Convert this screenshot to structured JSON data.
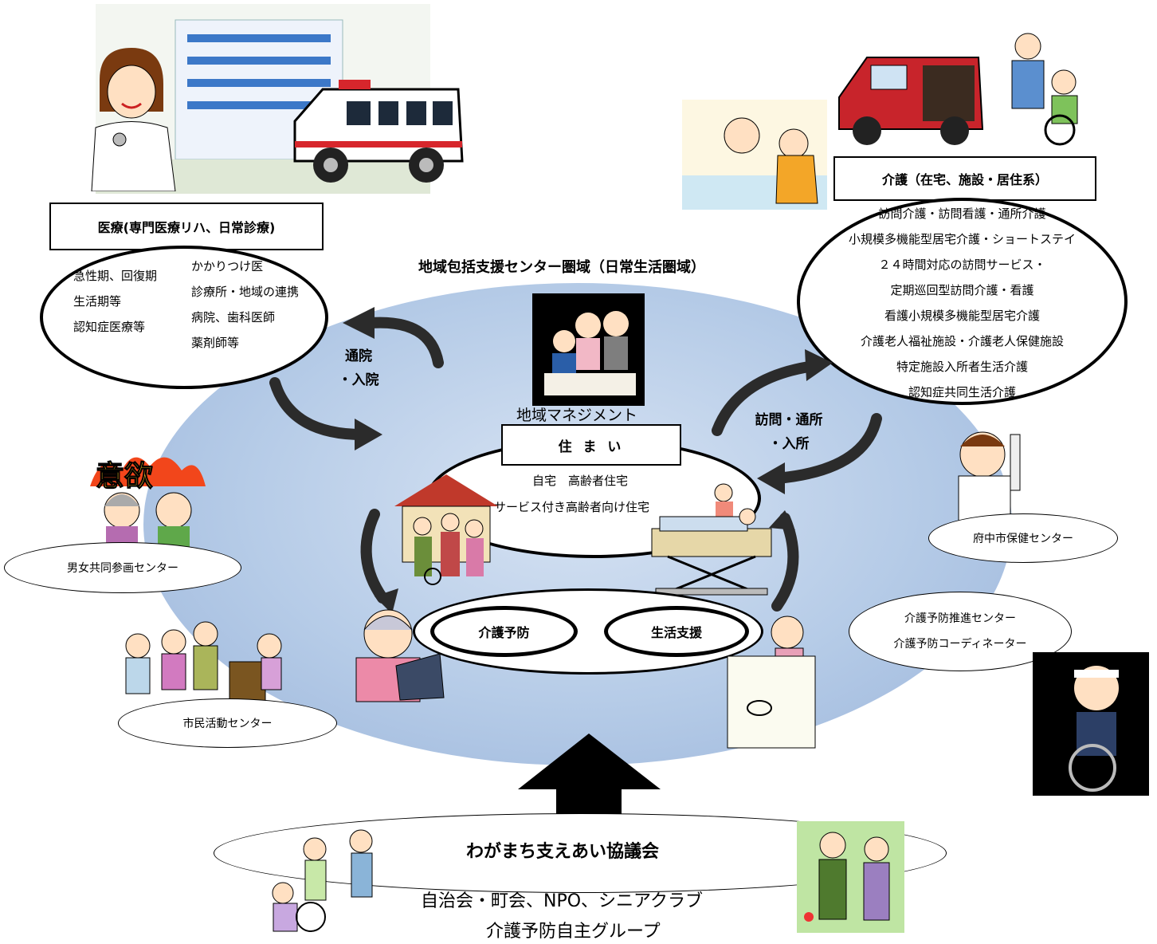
{
  "area_title": "地域包括支援センター圏域（日常生活圏域）",
  "medical": {
    "title": "医療(専門医療リハ、日常診療)",
    "left_items": [
      "急性期、回復期",
      "生活期等",
      "認知症医療等"
    ],
    "right_items": [
      "かかりつけ医",
      "診療所・地域の連携",
      "病院、歯科医師",
      "薬剤師等"
    ]
  },
  "care": {
    "title": "介護（在宅、施設・居住系）",
    "items": [
      "訪問介護・訪問看護・通所介護",
      "小規模多機能型居宅介護・ショートステイ",
      "２４時間対応の訪問サービス・",
      "定期巡回型訪問介護・看護",
      "看護小規模多機能型居宅介護",
      "介護老人福祉施設・介護老人保健施設",
      "特定施設入所者生活介護",
      "認知症共同生活介護"
    ]
  },
  "flows": {
    "hospital_line1": "通院",
    "hospital_line2": "・入院",
    "visit_line1": "訪問・通所",
    "visit_line2": "・入所"
  },
  "management_label": "地域マネジメント",
  "housing": {
    "title": "住 ま い",
    "line1": "自宅　高齢者住宅",
    "line2": "サービス付き高齢者向け住宅"
  },
  "prevention": {
    "kaigo_yobo": "介護予防",
    "seikatsu_shien": "生活支援"
  },
  "centers": {
    "danjo": "男女共同参画センター",
    "shimin": "市民活動センター",
    "hoken": "府中市保健センター",
    "yobo_line1": "介護予防推進センター",
    "yobo_line2": "介護予防コーディネーター"
  },
  "iyoku_sign": "意欲",
  "council": {
    "name": "わがまち支えあい協議会",
    "line1": "自治会・町会、NPO、シニアクラブ",
    "line2": "介護予防自主グループ"
  },
  "colors": {
    "area_fill": "#a8c0e0",
    "arrow": "#2b2b2b",
    "ambulance_red": "#d7262c",
    "van_red": "#c8242b"
  }
}
